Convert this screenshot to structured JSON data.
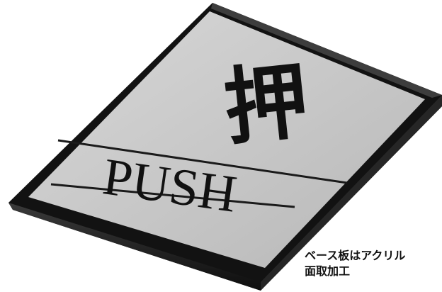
{
  "plate": {
    "kanji": "押",
    "word": "PUSH",
    "face_color": "#c9c9c9",
    "base_color": "#151515",
    "lettering_color": "#111111"
  },
  "caption": {
    "line1": "ベース板はアクリル",
    "line2": "面取加工"
  }
}
